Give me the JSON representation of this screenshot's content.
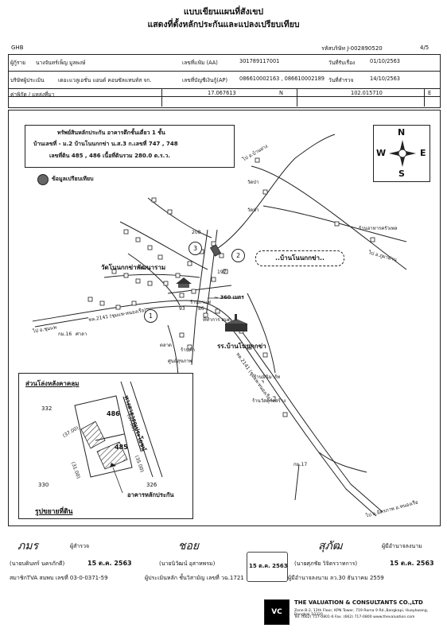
{
  "header": {
    "title1": "แบบเขียนแผนที่สังเขป",
    "title2": "แสดงที่ตั้งหลักประกันและแปลงเปรียบเทียบ",
    "ghb": "GHB",
    "code_label": "รหัสบริษัท J-002890520",
    "page": "4/5"
  },
  "info": {
    "client_label": "ผู้กู้ราย",
    "client_value": "นางจันทร์เพ็ญ มูลพงษ์",
    "file_label": "เลขที่แฟ้ม (AA)",
    "file_value": "301789117001",
    "recv_label": "วันที่รับเรื่อง",
    "recv_value": "01/10/2563",
    "company_label": "บริษัทผู้ประเมิน",
    "company_value": "เดอะแวลูเอชั่น แอนด์ คอนซัลแทนท์ส จก.",
    "account_label": "เลขที่บัญชีเงินกู้(AP)",
    "account_value": "086610002163 , 086610002189",
    "survey_label": "วันที่สำรวจ",
    "survey_value": "14/10/2563",
    "coord_label": "ค่าพิกัด / แหล่งที่มา",
    "lat_value": "17.067613",
    "lat_dir": "N",
    "lon_value": "102.015710",
    "lon_dir": "E"
  },
  "map": {
    "info_line1": "ทรัพย์สินหลักประกัน  อาคารตึกชั้นเดี่ยว 1 ชั้น",
    "info_line2": "บ้านเลขที่ - ม.2 บ้านโนนกกข่า น.ส.3 ก.เลขที่ 747 , 748",
    "info_line3": "เลขที่ดิน 485 , 486 เนื้อที่ดินรวม 280.0 ต.ร.ว.",
    "legend_compare": "ข้อมูลเปรียบเทียบ",
    "compass": {
      "n": "N",
      "s": "S",
      "e": "E",
      "w": "W"
    },
    "village_label": "..บ้านโนนกกข่า..",
    "temple_label": "วัดโนนกกข่าพัฒนาราม",
    "school_label": "รร.บ้านโนนกกข่า",
    "road_2141_a": "ทล.2141 (ชุมแพ-หนองเรือ)",
    "road_2141_b": "ทล.2141 (ชุมแพ-หนองเรือ)",
    "distance_label": "~ 360 เมตร",
    "to_ban_khok": "ไป อ.บ้านฝาง",
    "to_phu_pha_man": "ไป อ.ภูผาม่าน",
    "to_chum_phae": "ไป อ.ชุมแพ",
    "to_nong_ruea": "ไป ถ.มิตรภาพ อ.หนองเรือ",
    "km16": "กม.16",
    "km17": "กม.17",
    "num_208": "208",
    "num_197": "197",
    "num_93": "93",
    "num_86": "86",
    "sala": "ศาลา",
    "small_labels": [
      "วัดป่า",
      "วัดป่า",
      "ร้านกาแฟ",
      "ที่ทำการ อบต.",
      "ร้านค้า",
      "ร้านวัสดุก่อสร้าง",
      "ร้านอาหารครัวเพล",
      "ศูนย์สุขภาพ",
      "ตลาด",
      "ร้านมินิมาร์ท"
    ],
    "markers": [
      "1",
      "2",
      "3"
    ],
    "inset": {
      "title": "ส่วนโล่งหลังคาคลุม",
      "road": "ทางสาธารณประโยชน์",
      "lot_486": "486",
      "lot_485": "485",
      "lot_332": "332",
      "lot_330": "330",
      "lot_326": "326",
      "d1": "(37.00)",
      "d2": "(37.00)",
      "d3": "(31.00)",
      "d4": "(35.00)",
      "building": "อาคารหลักประกัน",
      "footer": "รูปขยายที่ดิน"
    }
  },
  "signatures": {
    "surveyor_sig": "ภมร",
    "surveyor_role": "ผู้สำรวจ",
    "surveyor_name": "(นายบดินทร์ นครภักดี)",
    "surveyor_date": "15 ต.ค. 2563",
    "assoc_label": "สมาชิกTVA สมพบ เลขที่ 03-0-0371-59",
    "appraiser_sig": "ชอย",
    "appraiser_name": "(นายนิวัฒน์ อุสาหพรม)",
    "appraiser_role": "ผู้ประเมินหลัก ชั้นวิสามัญ เลขที่ วฉ.1721",
    "stamp_date": "15 ต.ค. 2563",
    "authorizer_sig": "สุภัฒ",
    "authorizer_role": "ผู้มีอำนาจลงนาม",
    "authorizer_name": "(นายศุภชัย วิจิตรวาทการ)",
    "authorizer_date": "15 ต.ค. 2563",
    "authorizer_note": "ผู้มีอำนาจลงนาม ลว.30 ธันวาคม 2559",
    "company_name": "THE VALUATION & CONSULTANTS CO.,LTD",
    "company_addr1": "Zone B-2, 12th Floor, KPN Tower, 719 Rama 9 Rd.,Bangkapi, Huaykwang, Bangkok 10320",
    "company_addr2": "Tel. (662) 717-0801-6 Fax. (662) 717-0800 www.thevaluation.com",
    "logo": "VC"
  }
}
